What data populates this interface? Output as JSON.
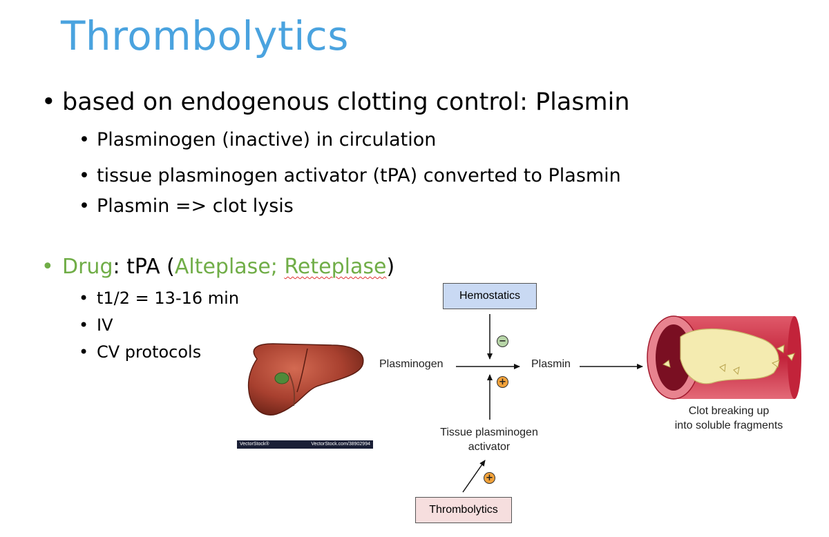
{
  "slide": {
    "title": "Thrombolytics",
    "bullets": {
      "main": "based on endogenous clotting control: Plasmin",
      "sub1": "Plasminogen (inactive) in circulation",
      "sub2": "tissue plasminogen activator (tPA) converted to Plasmin",
      "sub3": "Plasmin => clot lysis"
    },
    "drug": {
      "label": "Drug",
      "colon_text": ": tPA (",
      "name1": "Alteplase",
      "sep": ";",
      "name2": "Reteplase",
      "close": ")",
      "items": [
        "t1/2 = 13-16 min",
        "IV",
        "CV protocols"
      ]
    },
    "bullet_glyph": "•"
  },
  "diagram": {
    "hemostatics": "Hemostatics",
    "plasminogen": "Plasminogen",
    "plasmin": "Plasmin",
    "tpa_line1": "Tissue plasminogen",
    "tpa_line2": "activator",
    "thrombolytics": "Thrombolytics",
    "clot_line1": "Clot breaking up",
    "clot_line2": "into soluble fragments",
    "minus": "−",
    "plus": "+"
  },
  "watermark": {
    "brand": "VectorStock®",
    "url": "VectorStock.com/38902994"
  },
  "colors": {
    "title": "#4aa3df",
    "green": "#70ad47",
    "hemostatics_box": "#c9d9f3",
    "thrombolytics_box": "#f6dede",
    "liver": "#a8402f"
  }
}
